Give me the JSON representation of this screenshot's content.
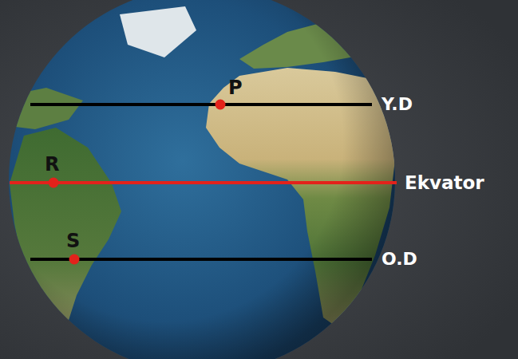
{
  "diagram": {
    "labels": [
      "P",
      "Y.D",
      "R",
      "Ekvator",
      "S",
      "O.D"
    ]
  }
}
